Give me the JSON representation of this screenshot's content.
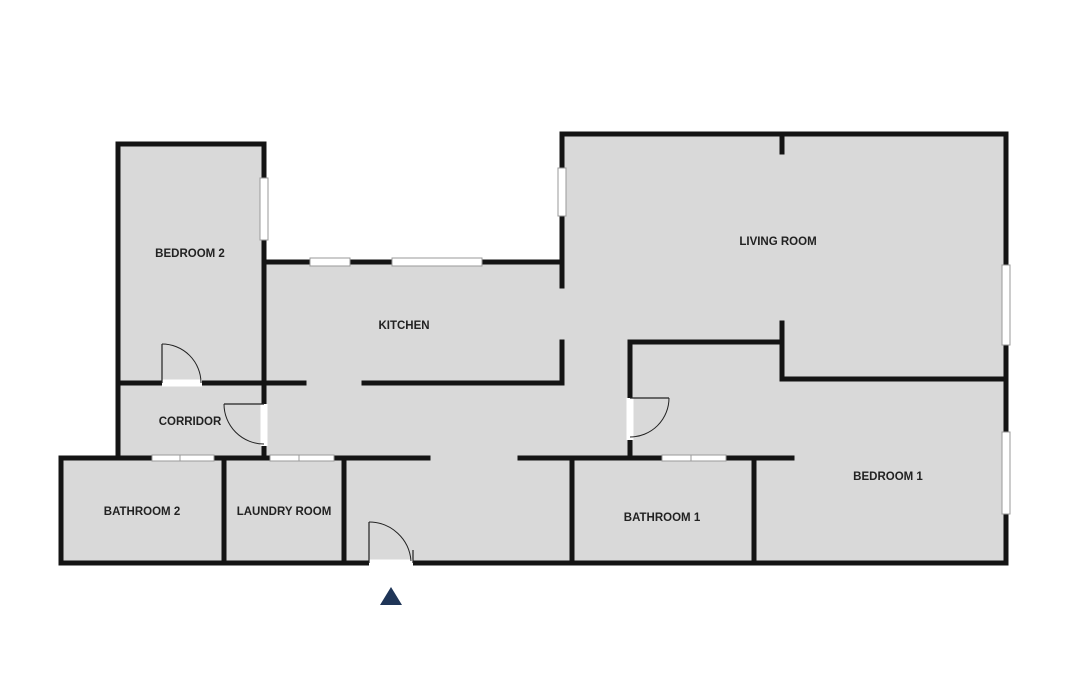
{
  "rooms": {
    "bedroom2": "BEDROOM 2",
    "kitchen": "KITCHEN",
    "living_room": "LIVING ROOM",
    "corridor": "CORRIDOR",
    "bathroom2": "BATHROOM 2",
    "laundry_room": "LAUNDRY ROOM",
    "bathroom1": "BATHROOM 1",
    "bedroom1": "BEDROOM 1"
  },
  "colors": {
    "floor": "#d9d9d9",
    "wall": "#141414",
    "entrance_marker": "#1f3557"
  },
  "icons": {
    "entrance": "entrance-triangle-icon"
  }
}
